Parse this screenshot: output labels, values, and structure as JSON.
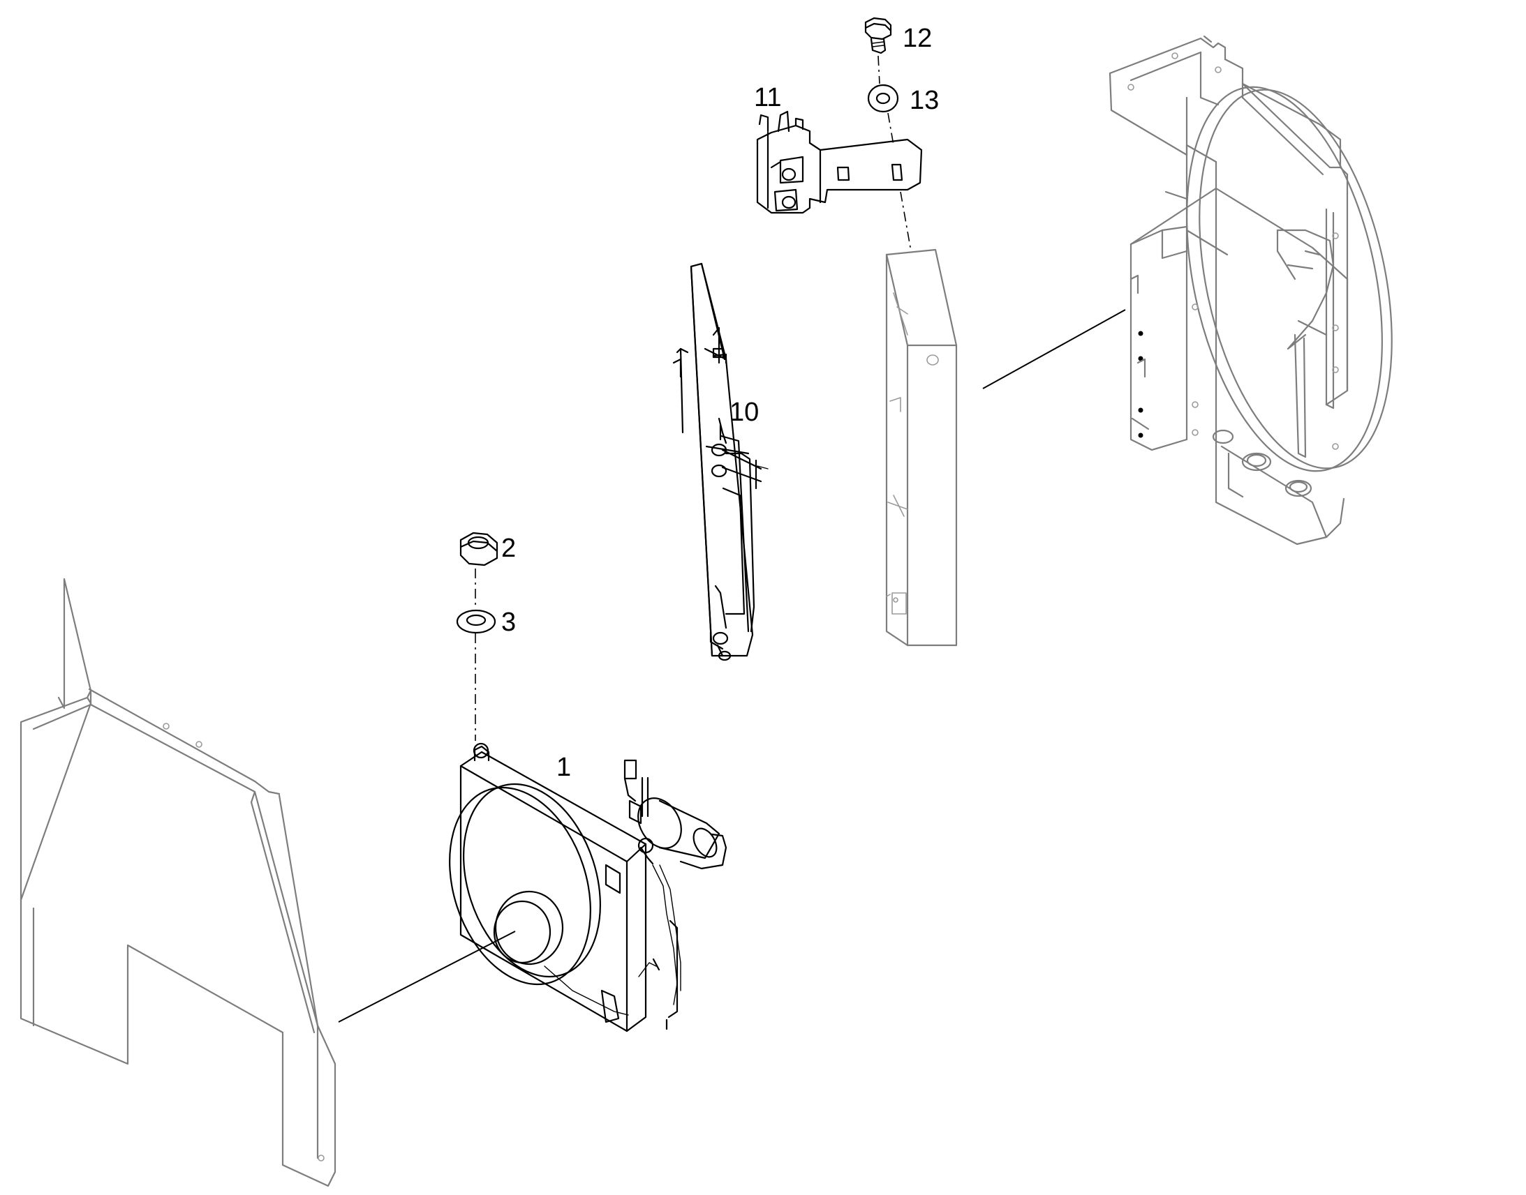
{
  "colors": {
    "line": "#000000",
    "ghost": "#7d7d7d",
    "background": "#ffffff"
  },
  "callouts": {
    "c1": "1",
    "c2": "2",
    "c3": "3",
    "c10": "10",
    "c11": "11",
    "c12": "12",
    "c13": "13"
  }
}
